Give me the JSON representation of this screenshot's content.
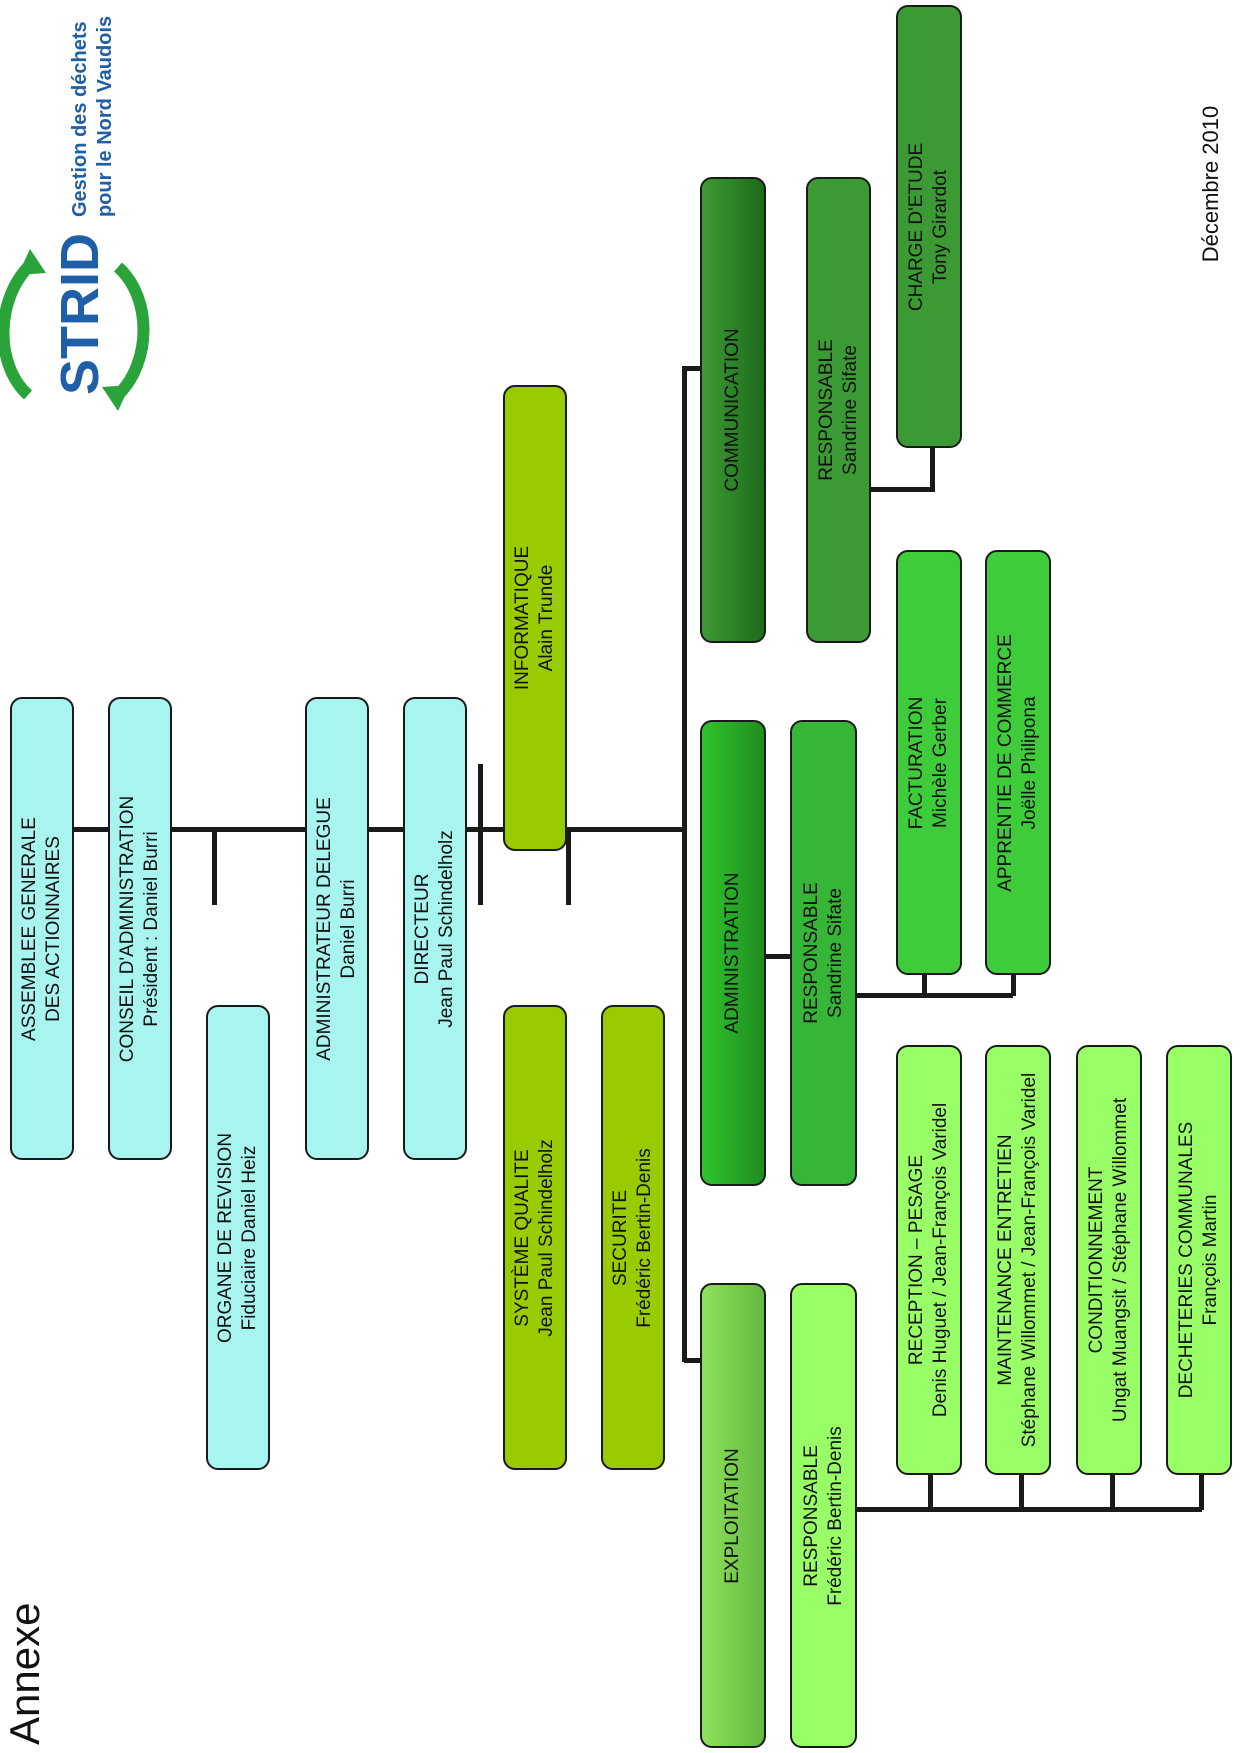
{
  "page": {
    "title": "Annexe",
    "date": "Décembre 2010"
  },
  "logo": {
    "name": "STRID",
    "tagline_line1": "Gestion des déchets",
    "tagline_line2": "pour le Nord Vaudois",
    "colors": {
      "text": "#1f5fa8",
      "arrows": "#2aa43a"
    }
  },
  "org": {
    "assemblee": {
      "title": "ASSEMBLEE GENERALE",
      "title2": "DES ACTIONNAIRES"
    },
    "conseil": {
      "title": "CONSEIL D'ADMINISTRATION",
      "person": "Président : Daniel Burri"
    },
    "organe": {
      "title": "ORGANE DE REVISION",
      "person": "Fiduciaire Daniel Heiz"
    },
    "admin_delegue": {
      "title": "ADMINISTRATEUR DELEGUE",
      "person": "Daniel Burri"
    },
    "directeur": {
      "title": "DIRECTEUR",
      "person": "Jean Paul Schindelholz"
    },
    "informatique": {
      "title": "INFORMATIQUE",
      "person": "Alain Trunde"
    },
    "qualite": {
      "title": "SYSTÈME QUALITE",
      "person": "Jean Paul Schindelholz"
    },
    "securite": {
      "title": "SECURITE",
      "person": "Frédéric Bertin-Denis"
    },
    "communication": {
      "title": "COMMUNICATION"
    },
    "comm_resp": {
      "title": "RESPONSABLE",
      "person": "Sandrine Sifate"
    },
    "charge": {
      "title": "CHARGE D'ETUDE",
      "person": "Tony Girardot"
    },
    "administration": {
      "title": "ADMINISTRATION"
    },
    "admin_resp": {
      "title": "RESPONSABLE",
      "person": "Sandrine Sifate"
    },
    "facturation": {
      "title": "FACTURATION",
      "person": "Michèle Gerber"
    },
    "apprentie": {
      "title": "APPRENTIE DE COMMERCE",
      "person": "Joëlle Philipona"
    },
    "exploitation": {
      "title": "EXPLOITATION"
    },
    "exploit_resp": {
      "title": "RESPONSABLE",
      "person": "Frédéric Bertin-Denis"
    },
    "reception": {
      "title": "RECEPTION – PESAGE",
      "person": "Denis Huguet / Jean-François Varidel"
    },
    "maintenance": {
      "title": "MAINTENANCE ENTRETIEN",
      "person": "Stéphane Willommet / Jean-François Varidel"
    },
    "conditionnement": {
      "title": "CONDITIONNEMENT",
      "person": "Ungat Muangsit / Stéphane Willommet"
    },
    "decheteries": {
      "title": "DECHETERIES COMMUNALES",
      "person": "François Martin"
    }
  }
}
